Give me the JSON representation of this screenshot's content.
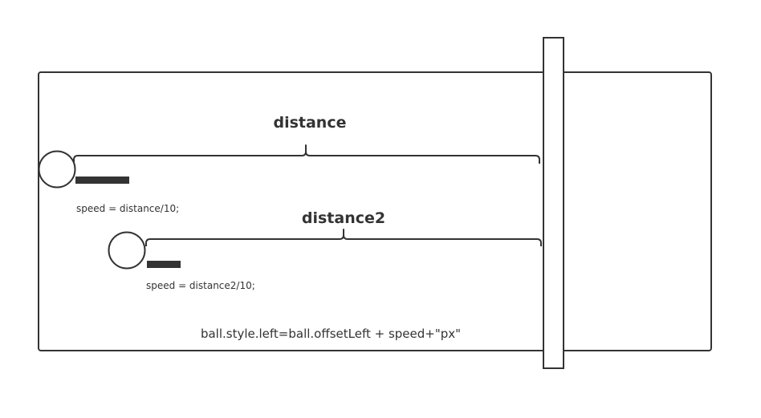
{
  "labels": {
    "distance": "distance",
    "distance2": "distance2",
    "speed1": "speed = distance/10;",
    "speed2": "speed = distance2/10;",
    "formula": "ball.style.left=ball.offsetLeft + speed+\"px\""
  },
  "colors": {
    "stroke": "#333333",
    "fill": "#ffffff",
    "bar": "#333333"
  }
}
